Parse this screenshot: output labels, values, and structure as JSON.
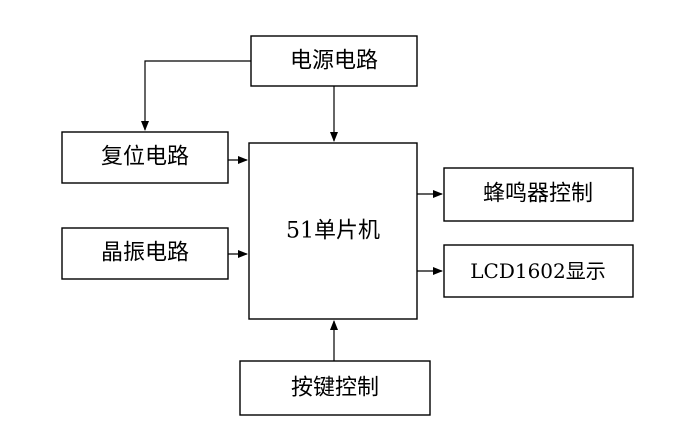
{
  "blocks": {
    "power": "电源电路",
    "reset": "复位电路",
    "crystal": "晶振电路",
    "mcu": "51单片机",
    "buzzer": "蜂鸣器控制",
    "lcd": "LCD1602显示",
    "keys": "按键控制"
  },
  "colors": {
    "line": "#000000",
    "background": "#ffffff"
  }
}
